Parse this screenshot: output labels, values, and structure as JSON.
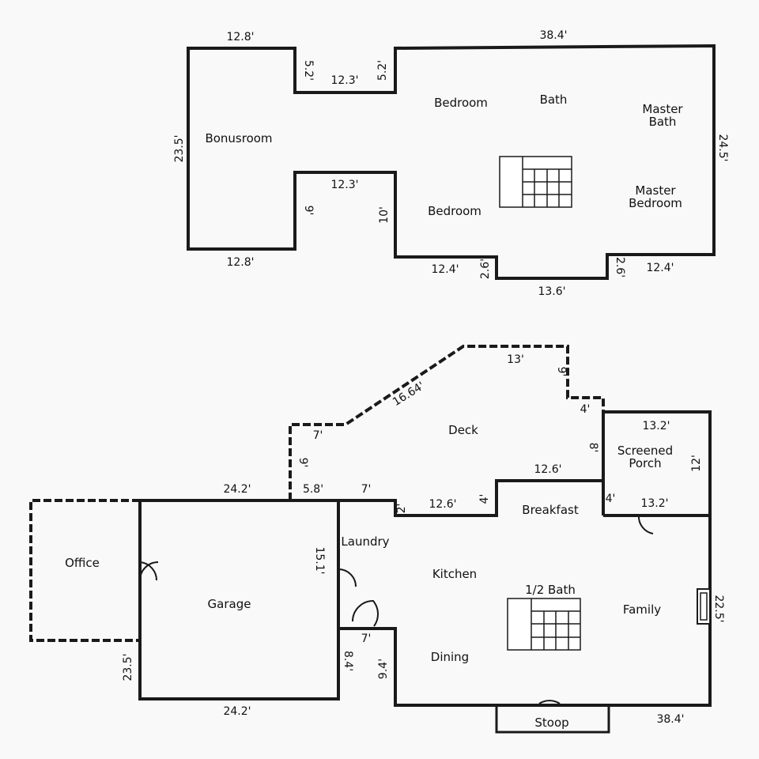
{
  "upper_floor": {
    "rooms": {
      "bonusroom": "Bonusroom",
      "bedroom_top": "Bedroom",
      "bath": "Bath",
      "master_bath": "Master\nBath",
      "bedroom_bottom": "Bedroom",
      "master_bedroom": "Master\nBedroom"
    },
    "dims": {
      "bonus_top": "12.8'",
      "upper_top": "38.4'",
      "notch_left_top": "5.2'",
      "notch_top_width": "12.3'",
      "notch_right_top": "5.2'",
      "upper_right": "24.5'",
      "bonus_left": "23.5'",
      "notch_bottom_width": "12.3'",
      "notch_left_bottom": "9'",
      "notch_right_bottom": "10'",
      "bonus_bottom": "12.8'",
      "bottom_left": "12.4'",
      "bay_left": "2.6'",
      "bay_width": "13.6'",
      "bay_right": "2.6'",
      "bottom_right": "12.4'"
    }
  },
  "main_floor": {
    "rooms": {
      "deck": "Deck",
      "screened_porch": "Screened\nPorch",
      "breakfast": "Breakfast",
      "laundry": "Laundry",
      "office": "Office",
      "garage": "Garage",
      "kitchen": "Kitchen",
      "half_bath": "1/2 Bath",
      "family": "Family",
      "dining": "Dining",
      "stoop": "Stoop"
    },
    "dims": {
      "deck_top": "13'",
      "deck_diag": "16.64'",
      "deck_right_top": "9'",
      "deck_step": "4'",
      "deck_left_top": "7'",
      "deck_left_side": "9'",
      "deck_right_side": "8'",
      "deck_inner_top": "12.6'",
      "porch_top": "13.2'",
      "porch_side": "12'",
      "porch_bottom": "13.2'",
      "porch_left": "4'",
      "garage_top": "24.2'",
      "deck_bottom_left": "5.8'",
      "deck_bottom_mid": "7'",
      "step_2": "2'",
      "deck_bottom_right": "12.6'",
      "step_4": "4'",
      "laundry_side": "15.1'",
      "dining_notch_top": "7'",
      "dining_notch_left": "8.4'",
      "dining_left": "9.4'",
      "family_right": "22.5'",
      "garage_side": "23.5'",
      "garage_bottom": "24.2'",
      "main_bottom": "38.4'"
    }
  }
}
